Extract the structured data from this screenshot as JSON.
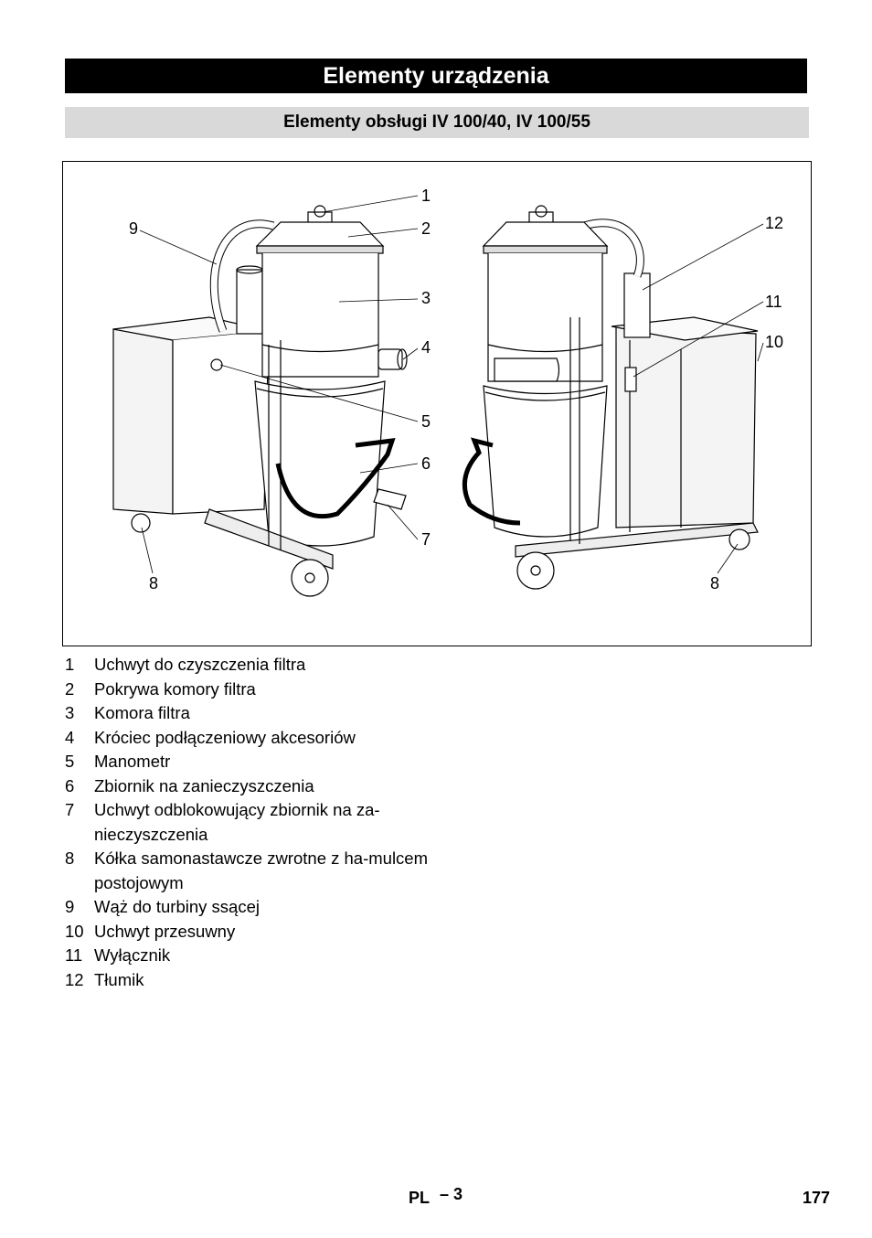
{
  "header": {
    "title": "Elementy urządzenia",
    "subtitle": "Elementy obsługi IV  100/40, IV 100/55"
  },
  "figure": {
    "callouts": [
      "1",
      "2",
      "3",
      "4",
      "5",
      "6",
      "7",
      "8",
      "9",
      "8",
      "12",
      "11",
      "10"
    ]
  },
  "legend": {
    "items": [
      {
        "num": "1",
        "text": "Uchwyt do czyszczenia filtra"
      },
      {
        "num": "2",
        "text": "Pokrywa komory filtra"
      },
      {
        "num": "3",
        "text": "Komora filtra"
      },
      {
        "num": "4",
        "text": "Króciec podłączeniowy akcesoriów"
      },
      {
        "num": "5",
        "text": "Manometr"
      },
      {
        "num": "6",
        "text": "Zbiornik na zanieczyszczenia"
      },
      {
        "num": "7",
        "text": "Uchwyt odblokowujący zbiornik na za-nieczyszczenia"
      },
      {
        "num": "8",
        "text": "Kółka samonastawcze zwrotne z ha-mulcem postojowym"
      },
      {
        "num": "9",
        "text": "Wąż do turbiny ssącej"
      },
      {
        "num": "10",
        "text": "Uchwyt przesuwny"
      },
      {
        "num": "11",
        "text": "Wyłącznik"
      },
      {
        "num": "12",
        "text": "Tłumik"
      }
    ]
  },
  "footer": {
    "lang": "PL",
    "dash": "– 3",
    "page": "177"
  }
}
